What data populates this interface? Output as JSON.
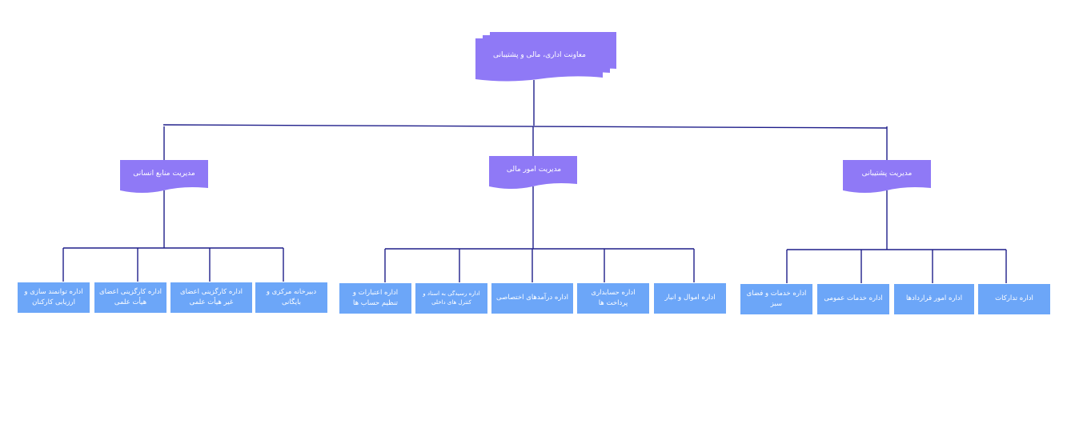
{
  "colors": {
    "connector": "#1f1e8a",
    "manager_fill": "#8f79f6",
    "department_fill": "#6ca6f8",
    "root_fill": "#8f79f6",
    "text": "#ffffff"
  },
  "root": {
    "label": "معاونت اداری، مالی و پشتیبانی"
  },
  "managers": [
    {
      "label": "مدیریت منابع انسانی",
      "departments": [
        "اداره توانمند سازی و ارزیابی کارکنان",
        "اداره کارگزینی اعضای هیأت علمی",
        "اداره کارگزینی اعضای غیر هیأت علمی",
        "دبیرخانه مرکزی و بایگانی"
      ]
    },
    {
      "label": "مدیریت امور مالی",
      "departments": [
        "اداره اعتبارات و تنظیم حساب ها",
        "اداره رسیدگی به اسناد و کنترل های داخلی",
        "اداره درآمدهای اختصاصی",
        "اداره حسابداری پرداخت ها",
        "اداره اموال و انبار"
      ]
    },
    {
      "label": "مدیریت پشتیبانی",
      "departments": [
        "اداره خدمات و فضای سبز",
        "اداره خدمات عمومی",
        "اداره امور قراردادها",
        "اداره تدارکات"
      ]
    }
  ]
}
